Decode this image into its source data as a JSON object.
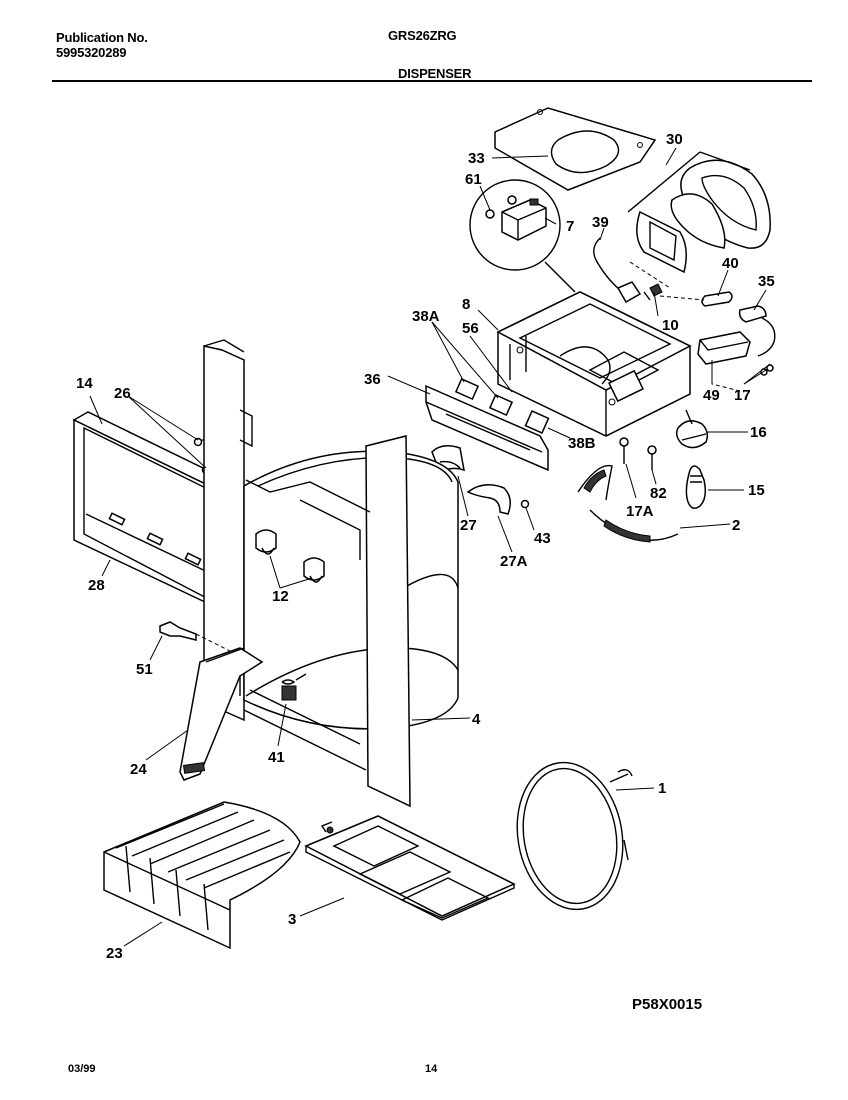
{
  "header": {
    "publication_label": "Publication No.",
    "publication_number": "5995320289",
    "model": "GRS26ZRG",
    "section": "DISPENSER"
  },
  "diagram": {
    "callouts": [
      "33",
      "61",
      "7",
      "39",
      "30",
      "40",
      "35",
      "8",
      "38A",
      "56",
      "10",
      "36",
      "49",
      "17",
      "14",
      "26",
      "16",
      "38B",
      "17A",
      "82",
      "15",
      "27",
      "43",
      "2",
      "27A",
      "28",
      "12",
      "51",
      "24",
      "41",
      "4",
      "1",
      "3",
      "23"
    ]
  },
  "footer": {
    "figure_code": "P58X0015",
    "date": "03/99",
    "page": "14"
  }
}
